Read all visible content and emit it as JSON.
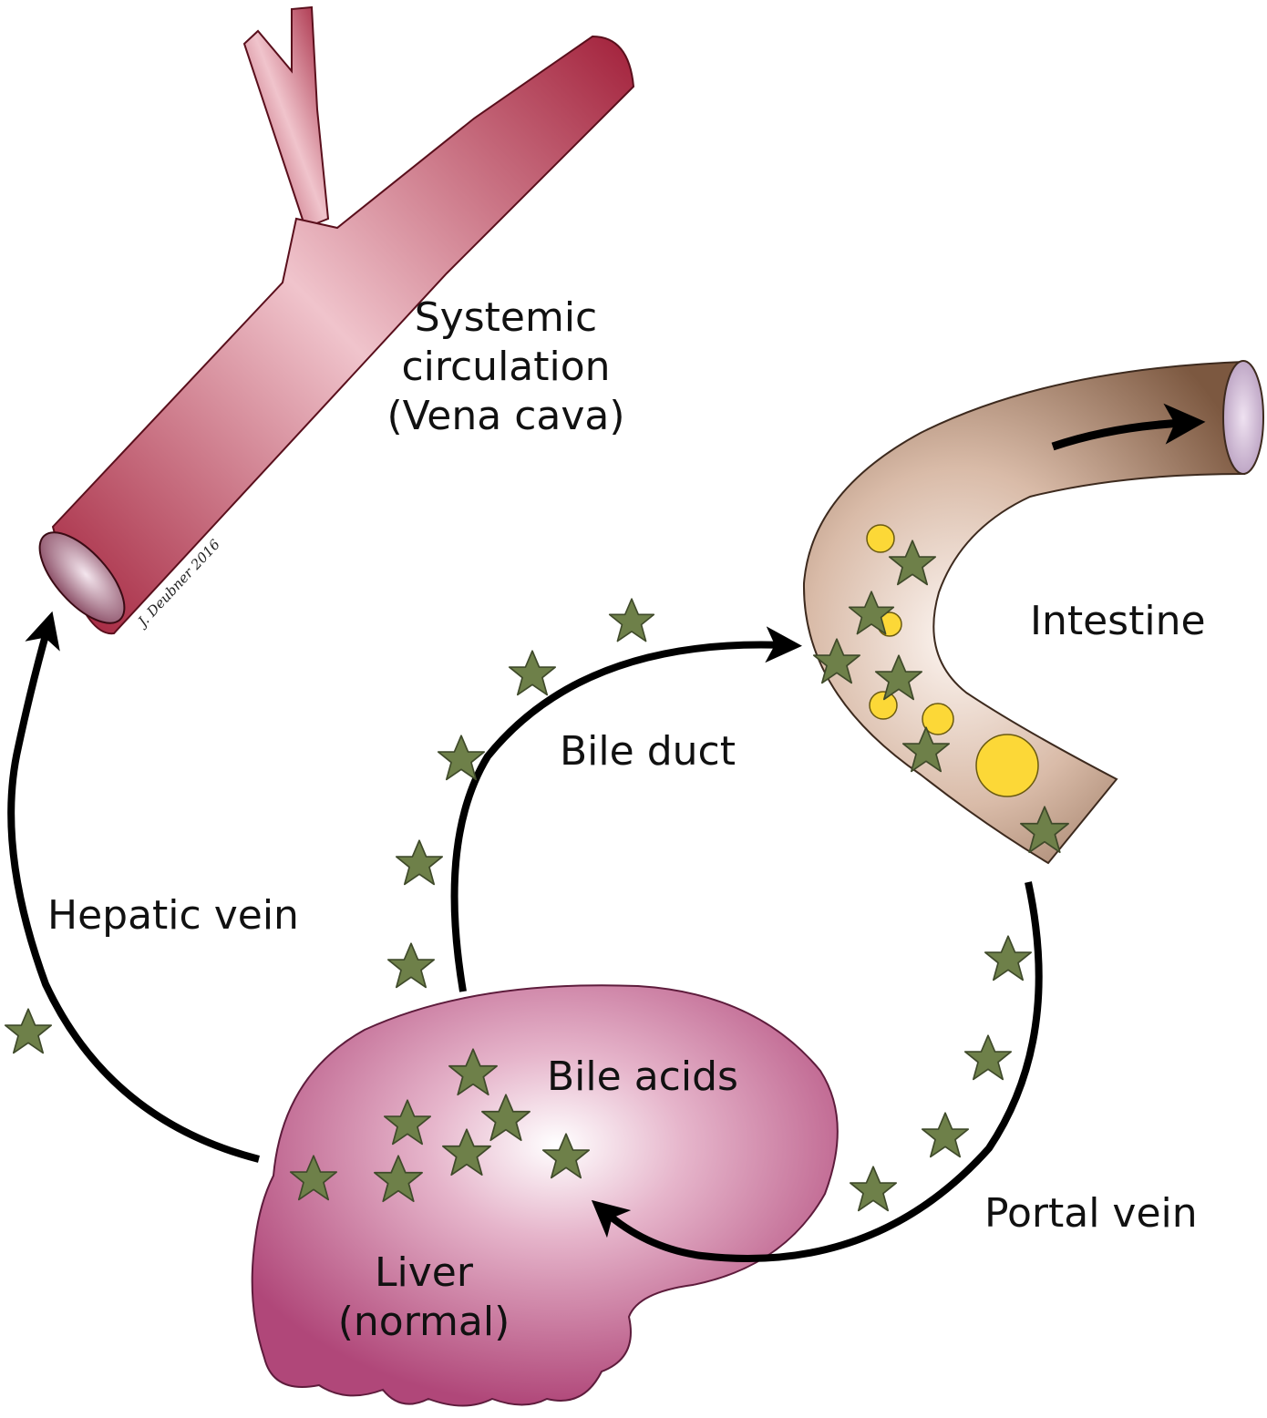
{
  "labels": {
    "systemic_line1": "Systemic",
    "systemic_line2": "circulation",
    "systemic_line3": "(Vena cava)",
    "intestine": "Intestine",
    "bile_duct": "Bile duct",
    "hepatic_vein": "Hepatic vein",
    "bile_acids": "Bile acids",
    "portal_vein": "Portal vein",
    "liver_line1": "Liver",
    "liver_line2": "(normal)"
  },
  "signature": "J. Deubner 2016",
  "colors": {
    "vena_cava": "#b5253d",
    "vena_cava_highlight": "#f1c2cb",
    "intestine": "#8b644a",
    "intestine_highlight": "#fbf3ee",
    "intestine_lumen": "#d9c3df",
    "liver": "#b94f7f",
    "liver_highlight": "#ffffff",
    "bile_acid_star": "#6e8049",
    "yellow_particle": "#fcd837",
    "arrow": "#000000"
  },
  "icons": [
    "star-icon",
    "arrowhead-icon"
  ]
}
